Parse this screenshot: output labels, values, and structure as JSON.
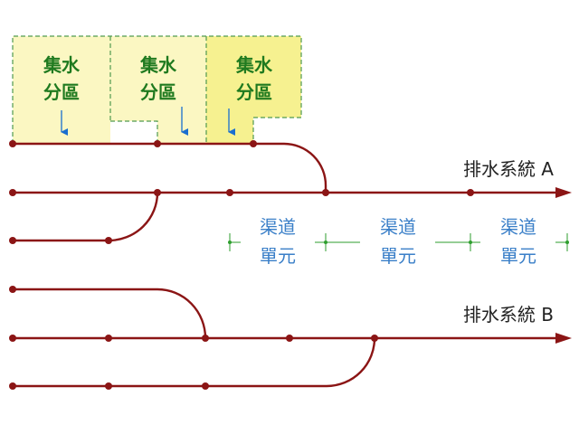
{
  "colors": {
    "network": "#8b1515",
    "zone_fill": "#fbf7c2",
    "zone_fill_highlight": "#f6f190",
    "zone_border": "#4f9a4f",
    "zone_text": "#1f7a1f",
    "flow_arrow": "#1a6ecf",
    "unit_line": "#2e9e2e",
    "unit_text": "#3a7fc8",
    "system_text": "#222222"
  },
  "catchment_zones": [
    {
      "line1": "集水",
      "line2": "分區"
    },
    {
      "line1": "集水",
      "line2": "分區"
    },
    {
      "line1": "集水",
      "line2": "分區"
    }
  ],
  "channel_units": [
    {
      "line1": "渠道",
      "line2": "單元"
    },
    {
      "line1": "渠道",
      "line2": "單元"
    },
    {
      "line1": "渠道",
      "line2": "單元"
    }
  ],
  "systems": {
    "a_label": "排水系統 A",
    "b_label": "排水系統 B"
  },
  "icons": {
    "flow": "arrow-down-icon",
    "outlet": "arrowhead-right-icon",
    "node": "node-dot-icon"
  }
}
